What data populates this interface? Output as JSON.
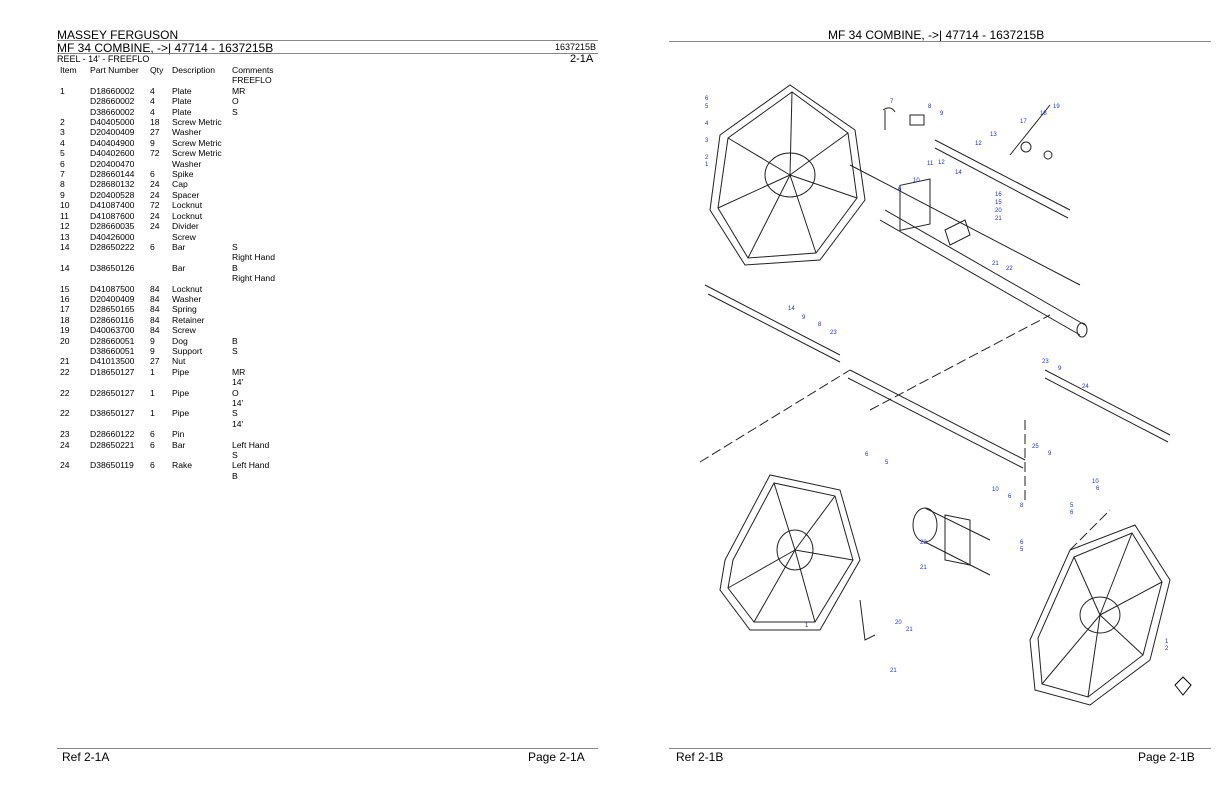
{
  "left_page": {
    "brand": "MASSEY FERGUSON",
    "title": "MF 34 COMBINE, ->| 47714 - 1637215B",
    "code": "1637215B",
    "subtitle": "REEL - 14' - FREEFLO",
    "page_id": "2-1A",
    "columns": [
      "Item",
      "Part Number",
      "Qty",
      "Description",
      "Comments"
    ],
    "rows": [
      {
        "item": "",
        "part": "",
        "qty": "",
        "desc": "",
        "comments": "FREEFLO"
      },
      {
        "item": "1",
        "part": "D18660002",
        "qty": "4",
        "desc": "Plate",
        "comments": "MR"
      },
      {
        "item": "",
        "part": "D28660002",
        "qty": "4",
        "desc": "Plate",
        "comments": "O"
      },
      {
        "item": "",
        "part": "D38660002",
        "qty": "4",
        "desc": "Plate",
        "comments": "S"
      },
      {
        "item": "2",
        "part": "D40405000",
        "qty": "18",
        "desc": "Screw Metric",
        "comments": ""
      },
      {
        "item": "3",
        "part": "D20400409",
        "qty": "27",
        "desc": "Washer",
        "comments": ""
      },
      {
        "item": "4",
        "part": "D40404900",
        "qty": "9",
        "desc": "Screw Metric",
        "comments": ""
      },
      {
        "item": "5",
        "part": "D40402600",
        "qty": "72",
        "desc": "Screw Metric",
        "comments": ""
      },
      {
        "item": "6",
        "part": "D20400470",
        "qty": "",
        "desc": "Washer",
        "comments": ""
      },
      {
        "item": "7",
        "part": "D28660144",
        "qty": "6",
        "desc": "Spike",
        "comments": ""
      },
      {
        "item": "8",
        "part": "D28680132",
        "qty": "24",
        "desc": "Cap",
        "comments": ""
      },
      {
        "item": "9",
        "part": "D20400528",
        "qty": "24",
        "desc": "Spacer",
        "comments": ""
      },
      {
        "item": "10",
        "part": "D41087400",
        "qty": "72",
        "desc": "Locknut",
        "comments": ""
      },
      {
        "item": "11",
        "part": "D41087600",
        "qty": "24",
        "desc": "Locknut",
        "comments": ""
      },
      {
        "item": "12",
        "part": "D28660035",
        "qty": "24",
        "desc": "Divider",
        "comments": ""
      },
      {
        "item": "13",
        "part": "D40426000",
        "qty": "",
        "desc": "Screw",
        "comments": ""
      },
      {
        "item": "14",
        "part": "D28650222",
        "qty": "6",
        "desc": "Bar",
        "comments": "S"
      },
      {
        "item": "",
        "part": "",
        "qty": "",
        "desc": "",
        "comments": "Right Hand"
      },
      {
        "item": "14",
        "part": "D38650126",
        "qty": "",
        "desc": "Bar",
        "comments": "B"
      },
      {
        "item": "",
        "part": "",
        "qty": "",
        "desc": "",
        "comments": "Right Hand"
      },
      {
        "item": "15",
        "part": "D41087500",
        "qty": "84",
        "desc": "Locknut",
        "comments": ""
      },
      {
        "item": "16",
        "part": "D20400409",
        "qty": "84",
        "desc": "Washer",
        "comments": ""
      },
      {
        "item": "17",
        "part": "D28650165",
        "qty": "84",
        "desc": "Spring",
        "comments": ""
      },
      {
        "item": "18",
        "part": "D28660116",
        "qty": "84",
        "desc": "Retainer",
        "comments": ""
      },
      {
        "item": "19",
        "part": "D40063700",
        "qty": "84",
        "desc": "Screw",
        "comments": ""
      },
      {
        "item": "20",
        "part": "D28660051",
        "qty": "9",
        "desc": "Dog",
        "comments": "B"
      },
      {
        "item": "",
        "part": "D38660051",
        "qty": "9",
        "desc": "Support",
        "comments": "S"
      },
      {
        "item": "21",
        "part": "D41013500",
        "qty": "27",
        "desc": "Nut",
        "comments": ""
      },
      {
        "item": "22",
        "part": "D18650127",
        "qty": "1",
        "desc": "Pipe",
        "comments": "MR"
      },
      {
        "item": "",
        "part": "",
        "qty": "",
        "desc": "",
        "comments": "14'"
      },
      {
        "item": "22",
        "part": "D28650127",
        "qty": "1",
        "desc": "Pipe",
        "comments": "O"
      },
      {
        "item": "",
        "part": "",
        "qty": "",
        "desc": "",
        "comments": "14'"
      },
      {
        "item": "22",
        "part": "D38650127",
        "qty": "1",
        "desc": "Pipe",
        "comments": "S"
      },
      {
        "item": "",
        "part": "",
        "qty": "",
        "desc": "",
        "comments": "14'"
      },
      {
        "item": "23",
        "part": "D28660122",
        "qty": "6",
        "desc": "Pin",
        "comments": ""
      },
      {
        "item": "24",
        "part": "D28650221",
        "qty": "6",
        "desc": "Bar",
        "comments": "Left Hand"
      },
      {
        "item": "",
        "part": "",
        "qty": "",
        "desc": "",
        "comments": "S"
      },
      {
        "item": "24",
        "part": "D38650119",
        "qty": "6",
        "desc": "Rake",
        "comments": "Left Hand"
      },
      {
        "item": "",
        "part": "",
        "qty": "",
        "desc": "",
        "comments": "B"
      }
    ],
    "footer_ref": "Ref  2-1A",
    "footer_page": "Page  2-1A"
  },
  "right_page": {
    "title": "MF 34 COMBINE, ->| 47714 - 1637215B",
    "callouts": [
      "6",
      "5",
      "4",
      "3",
      "2",
      "1",
      "7",
      "8",
      "9",
      "13",
      "12",
      "11",
      "12",
      "10",
      "6",
      "14",
      "16",
      "15",
      "20",
      "21",
      "21",
      "22",
      "19",
      "18",
      "17",
      "14",
      "9",
      "8",
      "23",
      "23",
      "9",
      "24",
      "25",
      "9",
      "6",
      "5",
      "10",
      "6",
      "8",
      "10",
      "6",
      "5",
      "6",
      "22",
      "21",
      "6",
      "5",
      "1",
      "20",
      "21",
      "21",
      "1",
      "2"
    ],
    "footer_ref": "Ref  2-1B",
    "footer_page": "Page  2-1B"
  }
}
